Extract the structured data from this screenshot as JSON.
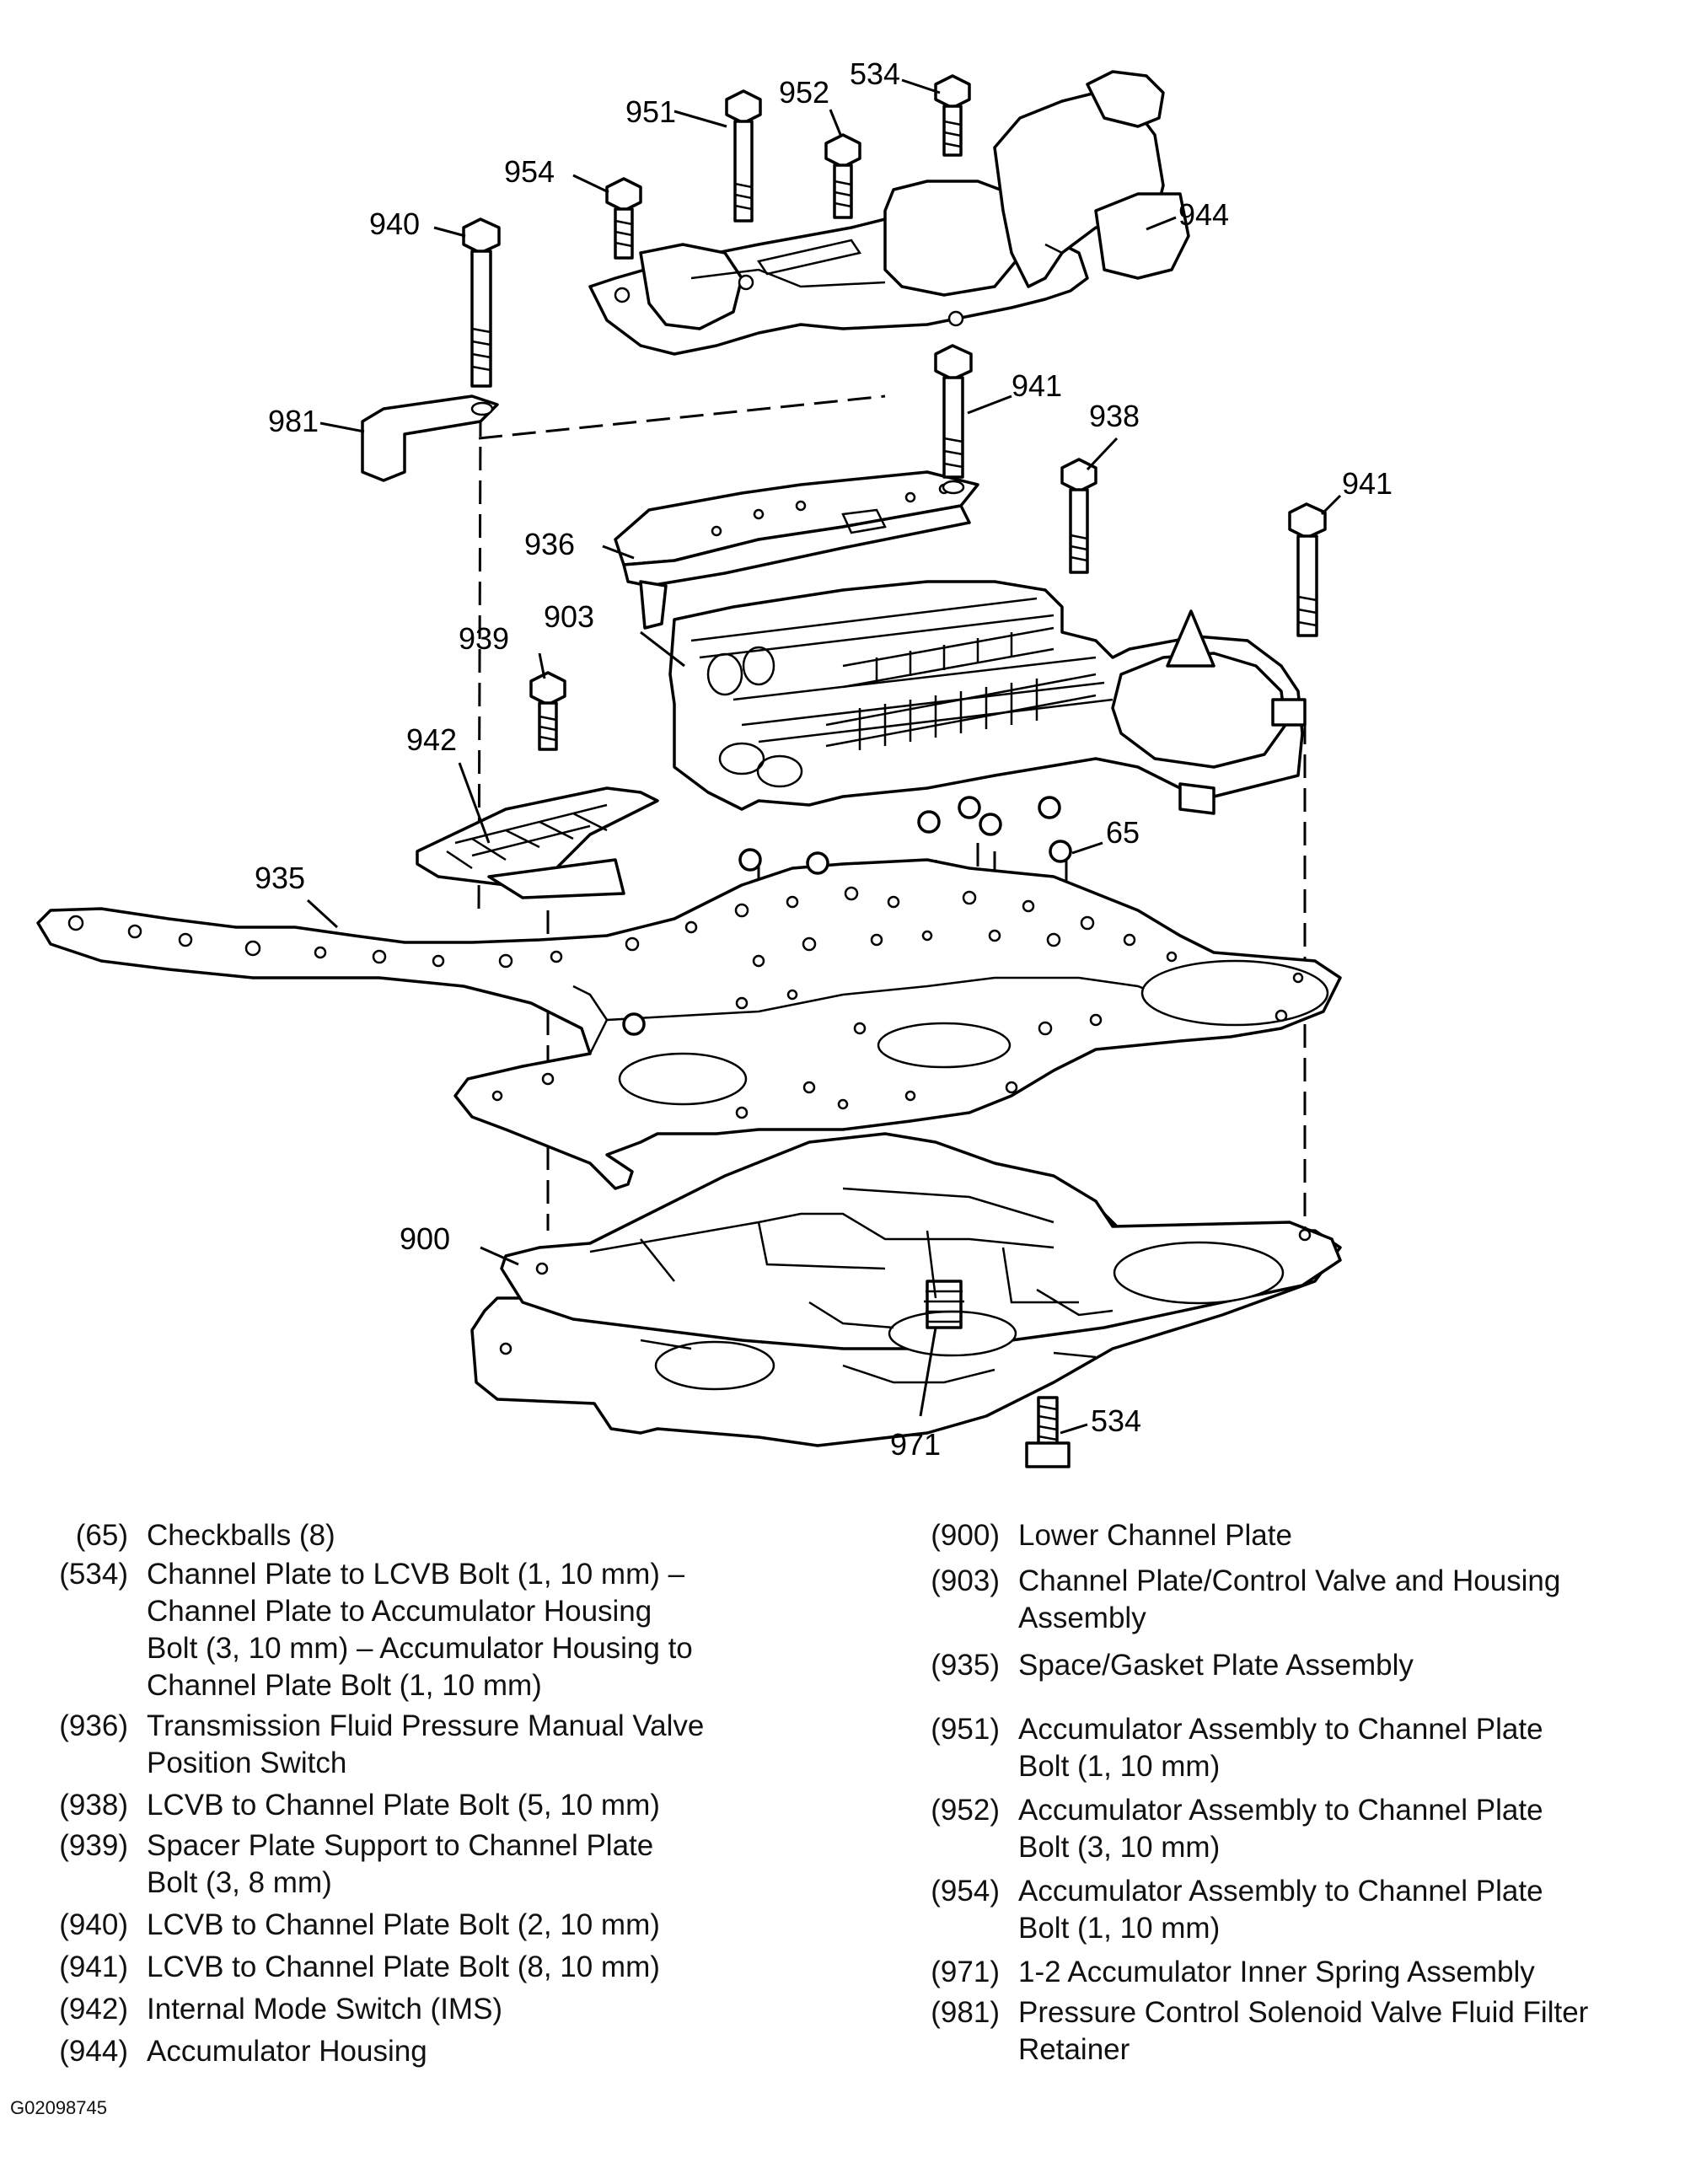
{
  "callouts": {
    "c951": "951",
    "c952": "952",
    "c534a": "534",
    "c954": "954",
    "c940": "940",
    "c944": "944",
    "c981": "981",
    "c941a": "941",
    "c938": "938",
    "c941b": "941",
    "c936": "936",
    "c903": "903",
    "c939": "939",
    "c942": "942",
    "c65": "65",
    "c935": "935",
    "c900": "900",
    "c534b": "534",
    "c971": "971"
  },
  "legend": {
    "left": [
      {
        "num": "(65)",
        "lines": [
          "Checkballs (8)"
        ]
      },
      {
        "num": "(534)",
        "lines": [
          "Channel Plate to LCVB Bolt (1, 10 mm) –",
          "Channel Plate to Accumulator Housing",
          "Bolt (3, 10 mm) – Accumulator Housing to",
          "Channel Plate Bolt (1, 10 mm)"
        ]
      },
      {
        "num": "(936)",
        "lines": [
          "Transmission Fluid Pressure Manual Valve",
          "Position Switch"
        ]
      },
      {
        "num": "(938)",
        "lines": [
          "LCVB to Channel Plate Bolt (5, 10 mm)"
        ]
      },
      {
        "num": "(939)",
        "lines": [
          "Spacer Plate Support to Channel Plate",
          "Bolt (3, 8 mm)"
        ]
      },
      {
        "num": "(940)",
        "lines": [
          "LCVB to Channel Plate Bolt (2, 10 mm)"
        ]
      },
      {
        "num": "(941)",
        "lines": [
          "LCVB to Channel Plate Bolt (8, 10 mm)"
        ]
      },
      {
        "num": "(942)",
        "lines": [
          "Internal Mode Switch (IMS)"
        ]
      },
      {
        "num": "(944)",
        "lines": [
          "Accumulator Housing"
        ]
      }
    ],
    "right": [
      {
        "num": "(900)",
        "lines": [
          "Lower Channel Plate"
        ]
      },
      {
        "num": "(903)",
        "lines": [
          "Channel Plate/Control Valve and Housing",
          "Assembly"
        ]
      },
      {
        "num": "(935)",
        "lines": [
          "Space/Gasket Plate Assembly"
        ]
      },
      {
        "num": "(951)",
        "lines": [
          "Accumulator Assembly to Channel Plate",
          "Bolt (1, 10 mm)"
        ]
      },
      {
        "num": "(952)",
        "lines": [
          "Accumulator Assembly to Channel Plate",
          "Bolt (3, 10 mm)"
        ]
      },
      {
        "num": "(954)",
        "lines": [
          "Accumulator Assembly to Channel Plate",
          "Bolt (1, 10 mm)"
        ]
      },
      {
        "num": "(971)",
        "lines": [
          "1-2 Accumulator Inner Spring Assembly"
        ]
      },
      {
        "num": "(981)",
        "lines": [
          "Pressure Control Solenoid Valve Fluid Filter",
          "Retainer"
        ]
      }
    ]
  },
  "credit": "G02098745"
}
